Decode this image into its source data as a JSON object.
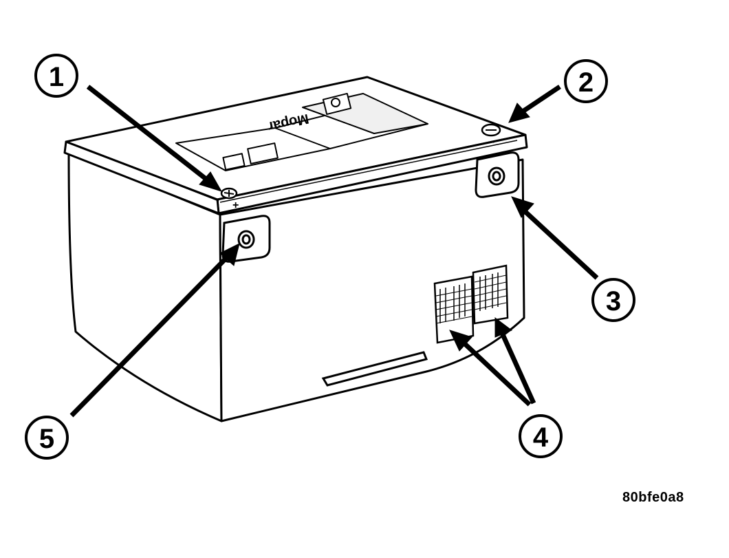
{
  "callouts": [
    {
      "id": "1",
      "label": "1"
    },
    {
      "id": "2",
      "label": "2"
    },
    {
      "id": "3",
      "label": "3"
    },
    {
      "id": "4",
      "label": "4"
    },
    {
      "id": "5",
      "label": "5"
    }
  ],
  "battery": {
    "logo_text": "Mopar",
    "positive_mark": "+",
    "negative_mark": "−"
  },
  "figure_id": "80bfe0a8",
  "colors": {
    "ink": "#000000",
    "paper": "#ffffff",
    "label_panel": "#f0f0f0"
  }
}
